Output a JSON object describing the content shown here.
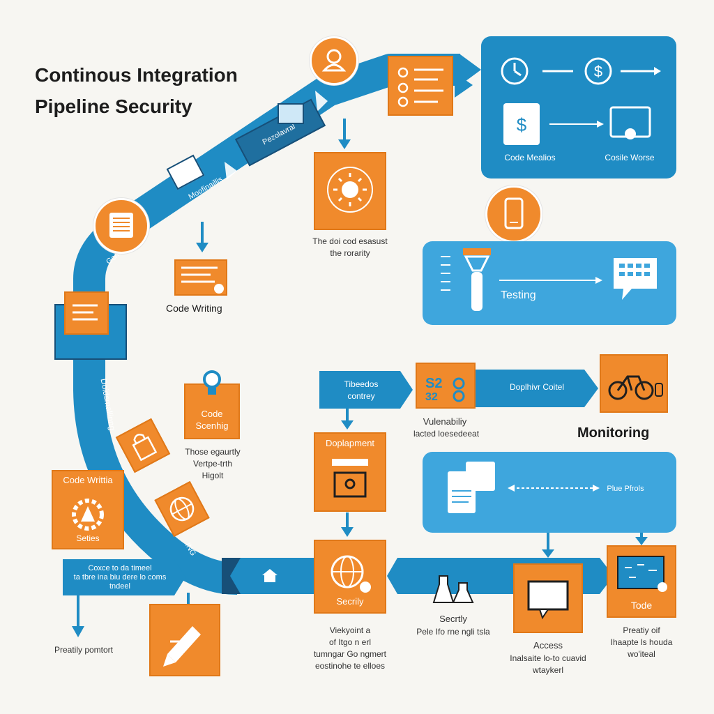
{
  "title": {
    "line1": "Continous Integration",
    "line2": "Pipeline Security"
  },
  "pipeline_labels": {
    "band_upper": "Pezolavral",
    "band_mid": "Moofinaillis",
    "band_left": "Gcrifs",
    "band_vertical": "Doidsmallinng",
    "band_bottom": "ING"
  },
  "top_panel": {
    "left_caption": "Code Mealios",
    "right_caption": "Cosile Worse"
  },
  "center_caption": {
    "line1": "The doi cod esasust",
    "line2": "the rorarity"
  },
  "code_writing_1": "Code Writing",
  "testing_panel": {
    "label": "Testing"
  },
  "code_scanning": {
    "line1": "Code",
    "line2": "Scenhig"
  },
  "those_caption": {
    "line1": "Those egaurtly",
    "line2": "Vertpe-trth",
    "line3": "Higolt"
  },
  "code_writing_2": {
    "title": "Code Writtia",
    "sub": "Seties"
  },
  "left_ribbon": {
    "line1": "Coxce to da timeel",
    "line2": "ta tbre ina biu dere lo coms",
    "line3": "tndeel"
  },
  "preatily": "Preatily pomtort",
  "vulnerability": {
    "ribbon": {
      "line1": "Tibeedos",
      "line2": "contrey"
    },
    "caption": {
      "line1": "Vulenabiliy",
      "line2": "lacted loesedeeat"
    }
  },
  "deployment_bar": "Doplhivr Coitel",
  "monitoring": "Monitoring",
  "deployment_box": "Doplapment",
  "monitor_panel": "Plue Pfrols",
  "security_box": "Secrily",
  "security_caption": {
    "line1": "Viekyoint a",
    "line2": "of Itgo n erl",
    "line3": "tumngar Go ngmert",
    "line4": "eostinohe te elloes"
  },
  "secrtly": {
    "title": "Secrtly",
    "line1": "Pele Ifo rne ngli tsla"
  },
  "access": {
    "title": "Access",
    "line1": "Inalsaite lo-to cuavid",
    "line2": "wtaykerl"
  },
  "tode": {
    "title": "Tode",
    "line1": "Preatiy oif",
    "line2": "Ihaapte ls houda",
    "line3": "wo'iteal"
  },
  "colors": {
    "blue": "#1f8cc4",
    "light_blue": "#3ea6dd",
    "orange": "#f08a2c",
    "background": "#f7f6f2"
  },
  "icons": [
    "person-icon",
    "checklist-icon",
    "clock-icon",
    "dollar-icon",
    "card-icon",
    "monitor-icon",
    "sun-icon",
    "tablet-icon",
    "phone-icon",
    "flashlight-icon",
    "chat-grid-icon",
    "document-icon",
    "lightbulb-icon",
    "lock-keypad-icon",
    "globe-icon",
    "gear-icon",
    "bicycle-icon",
    "numbers-icon",
    "drone-icon",
    "documents-icon",
    "globe-cursor-icon",
    "lab-icon",
    "screen-chat-icon",
    "whiteboard-icon",
    "pencil-icon",
    "house-icon"
  ]
}
